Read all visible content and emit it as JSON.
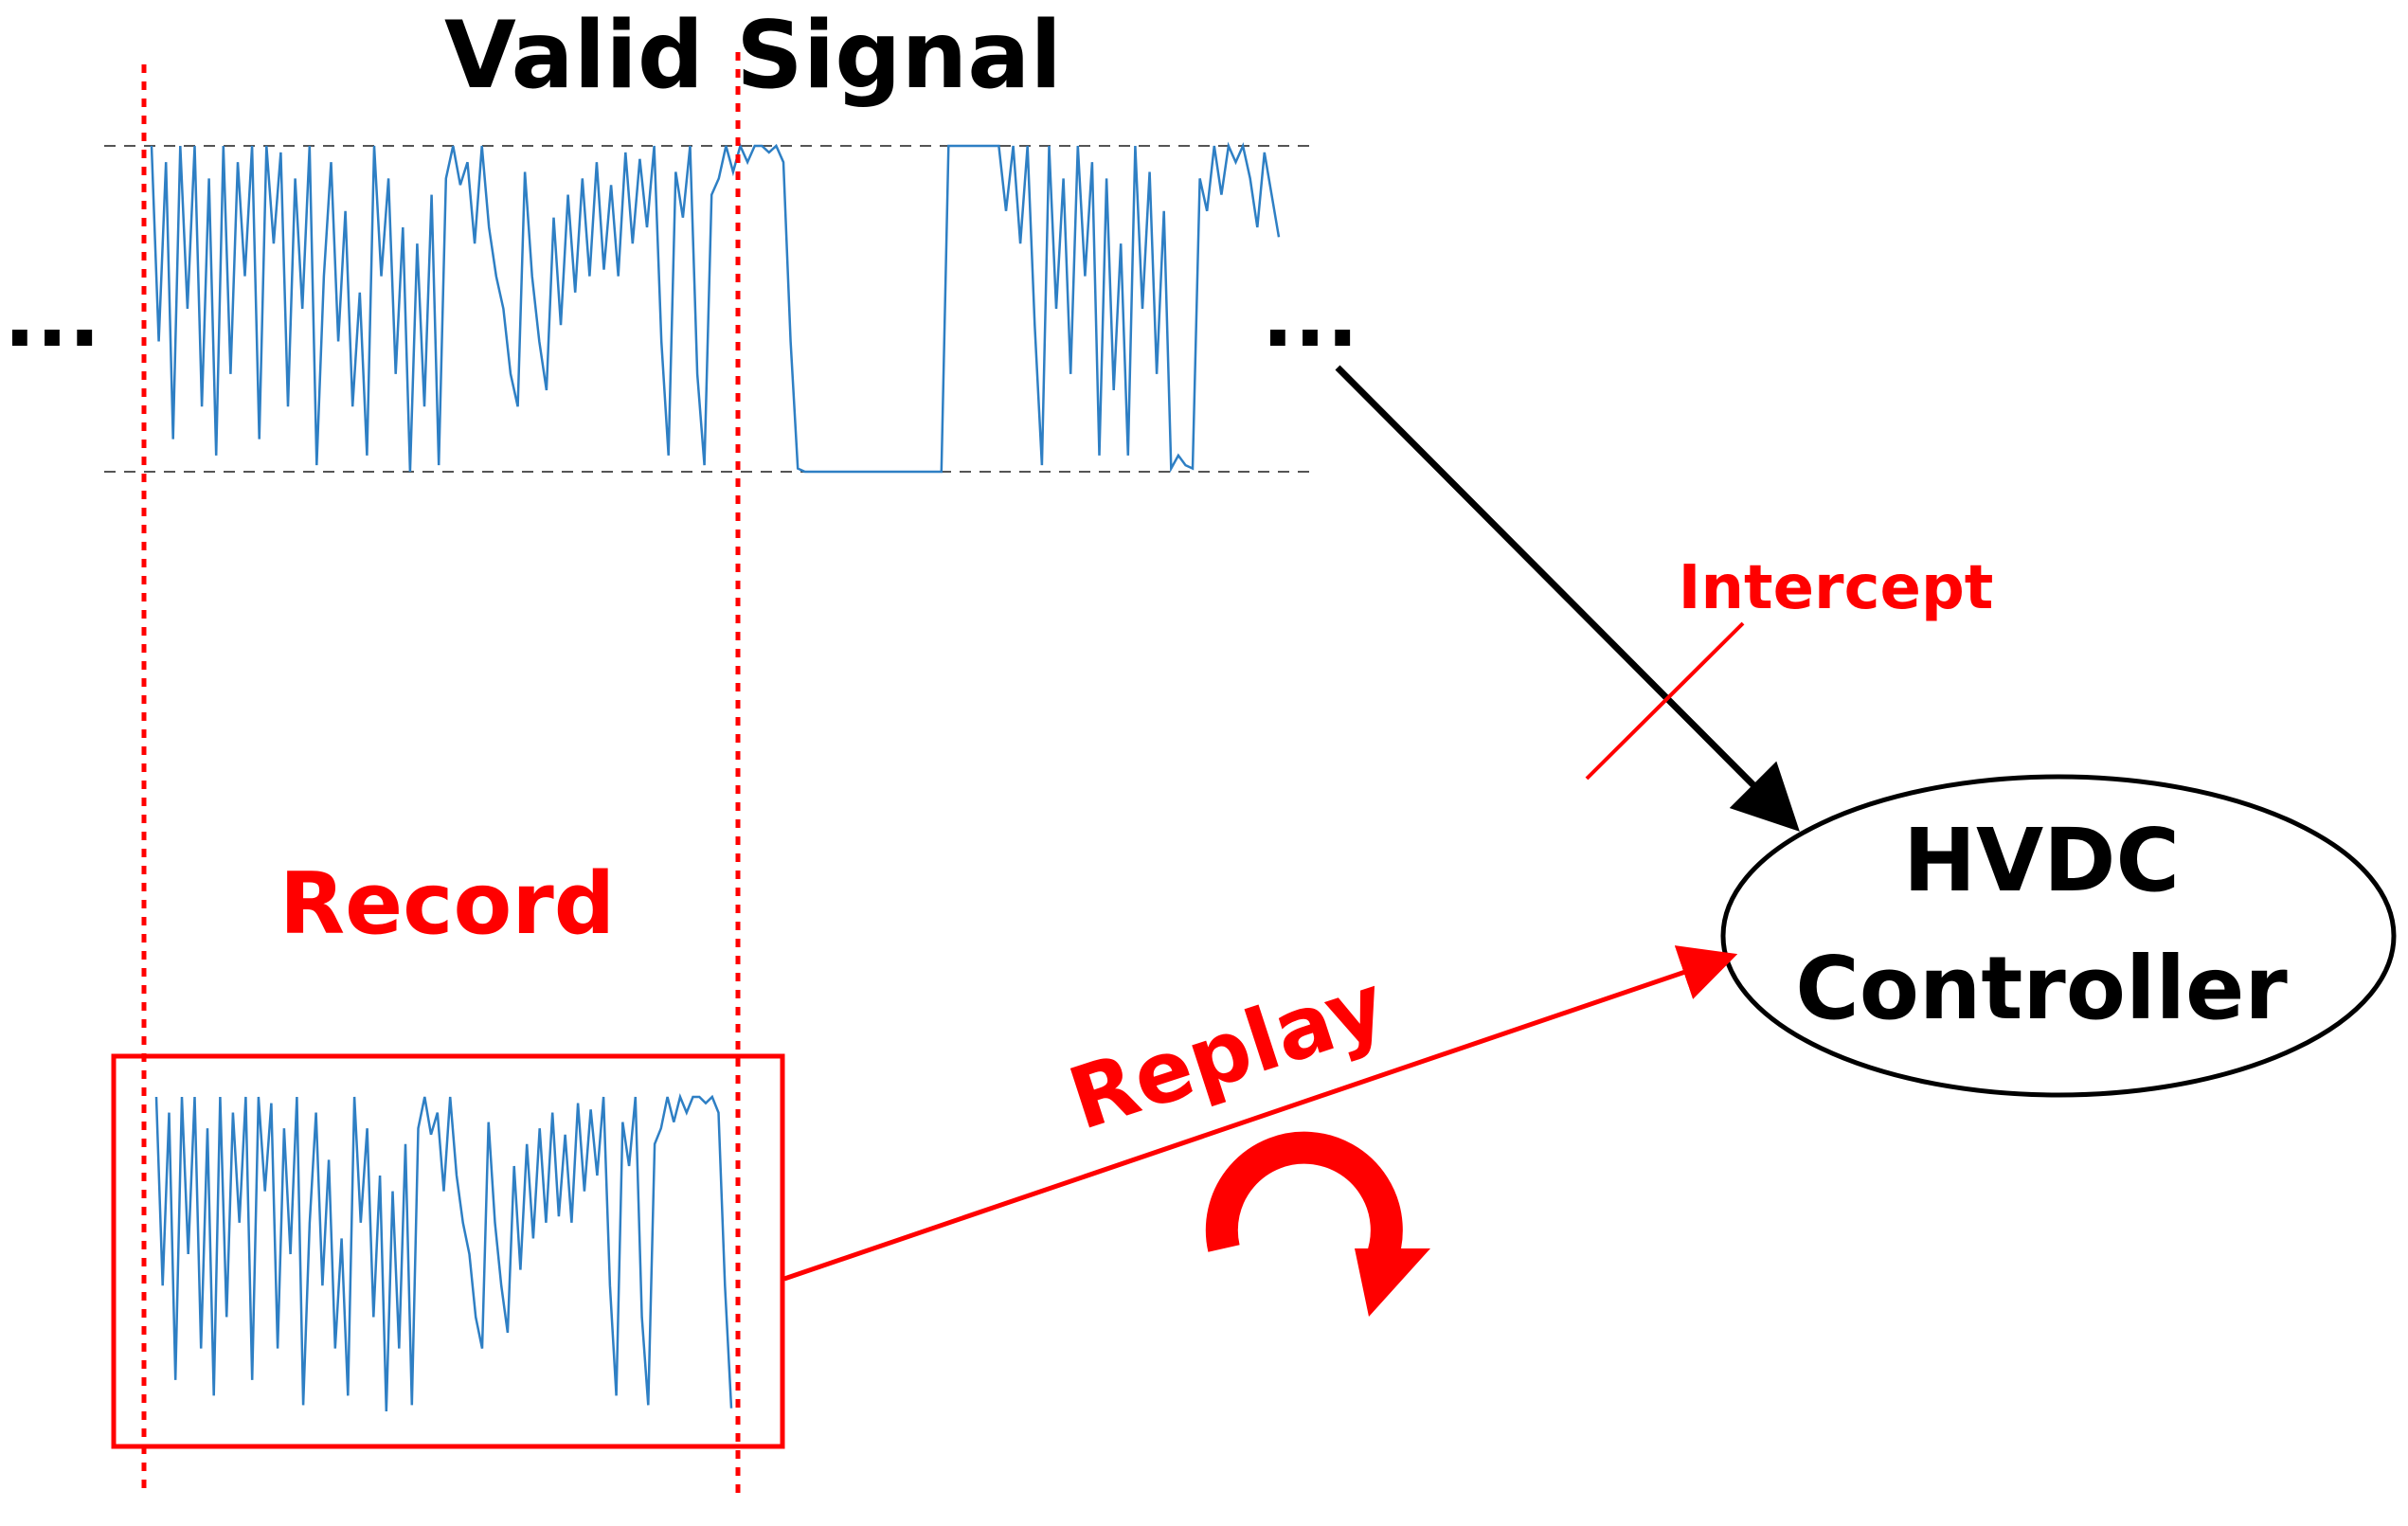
{
  "title": "Valid Signal",
  "ellipsis_left": "...",
  "ellipsis_right": "...",
  "labels": {
    "record": "Record",
    "replay": "Replay",
    "intercept": "Intercept",
    "controller_line1": "HVDC",
    "controller_line2": "Controller"
  },
  "colors": {
    "signal": "#2e7fc4",
    "attack": "#ff0000",
    "normal": "#000000",
    "guide": "#555555"
  },
  "signal_levels": {
    "high": 1.0,
    "low": 0.0
  },
  "signal_samples": [
    1,
    0.4,
    0.95,
    0.1,
    1,
    0.5,
    1,
    0.2,
    0.9,
    0.05,
    1,
    0.3,
    0.95,
    0.6,
    1,
    0.1,
    1,
    0.7,
    0.98,
    0.2,
    0.9,
    0.5,
    1,
    0.02,
    0.6,
    0.95,
    0.4,
    0.8,
    0.2,
    0.55,
    0.05,
    1,
    0.6,
    0.9,
    0.3,
    0.75,
    0,
    0.7,
    0.2,
    0.85,
    0.02,
    0.9,
    1,
    0.88,
    0.95,
    0.7,
    1,
    0.75,
    0.6,
    0.5,
    0.3,
    0.2,
    0.92,
    0.6,
    0.4,
    0.25,
    0.78,
    0.45,
    0.85,
    0.55,
    0.9,
    0.6,
    0.95,
    0.62,
    0.88,
    0.6,
    0.98,
    0.7,
    0.96,
    0.75,
    1,
    0.4,
    0.05,
    0.92,
    0.78,
    1,
    0.3,
    0.02,
    0.85,
    0.9,
    1,
    0.92,
    1,
    0.95,
    1,
    1,
    0.98,
    1,
    0.95,
    0.4,
    0.01,
    0,
    0,
    0,
    0,
    0,
    0,
    0,
    0,
    0,
    0,
    0,
    0,
    0,
    0,
    0,
    0,
    0,
    0,
    0,
    0,
    1,
    1,
    1,
    1,
    1,
    1,
    1,
    1,
    0.8,
    1,
    0.7,
    1,
    0.45,
    0.02,
    1,
    0.5,
    0.9,
    0.3,
    1,
    0.6,
    0.95,
    0.05,
    0.9,
    0.25,
    0.7,
    0.05,
    1,
    0.5,
    0.92,
    0.3,
    0.8,
    0.01,
    0.05,
    0.02,
    0.01,
    0.9,
    0.8,
    1,
    0.85,
    1,
    0.95,
    1,
    0.9,
    0.75,
    0.98,
    0.85,
    0.72
  ],
  "record_sample_count": 91
}
